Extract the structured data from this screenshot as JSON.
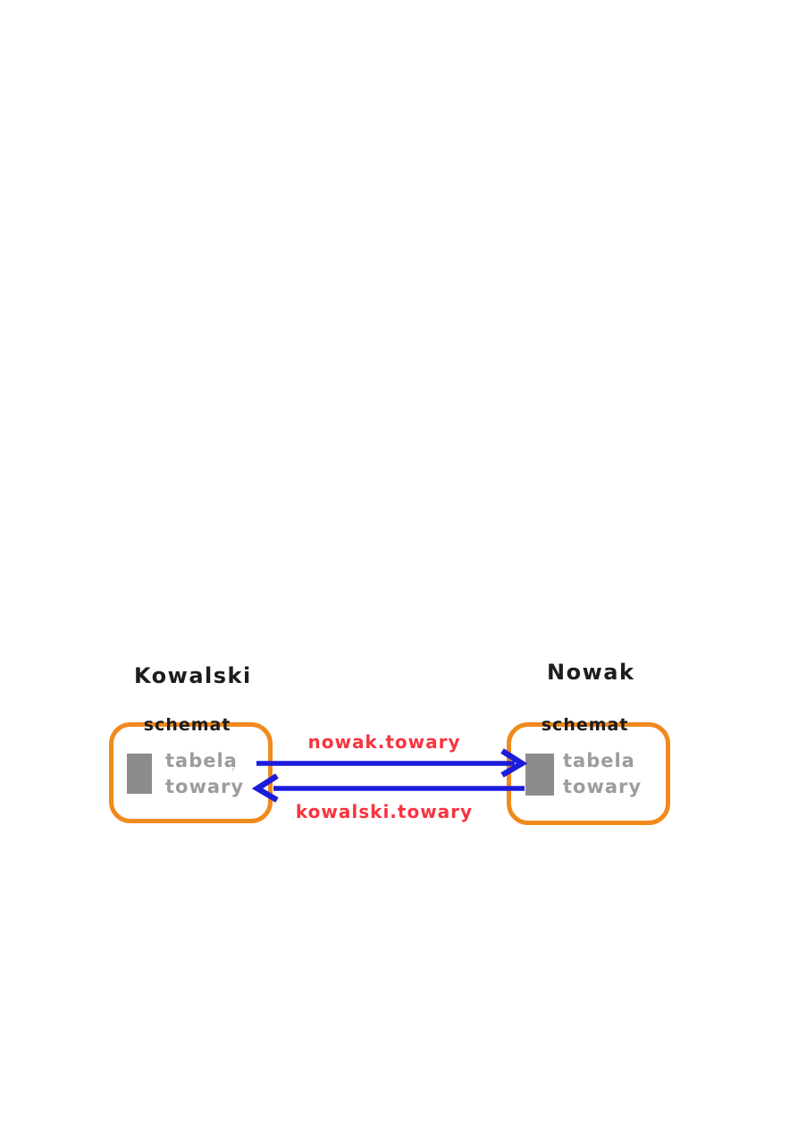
{
  "diagram": {
    "left_schema": {
      "owner": "Kowalski",
      "schema_label": "schemat",
      "table_lines": [
        "tabela",
        "towary"
      ],
      "artifact_mark": ","
    },
    "right_schema": {
      "owner": "Nowak",
      "schema_label": "schemat",
      "table_lines": [
        "tabela",
        "towary"
      ]
    },
    "arrows": {
      "to_right_label": "nowak.towary",
      "to_left_label": "kowalski.towary"
    },
    "colors": {
      "box_border": "#f08a1d",
      "arrow": "#1c1cdc",
      "label": "#fa333f",
      "table_text": "#9c9c9c",
      "table_fill": "#8c8c8c",
      "title": "#1d1d1d"
    }
  }
}
